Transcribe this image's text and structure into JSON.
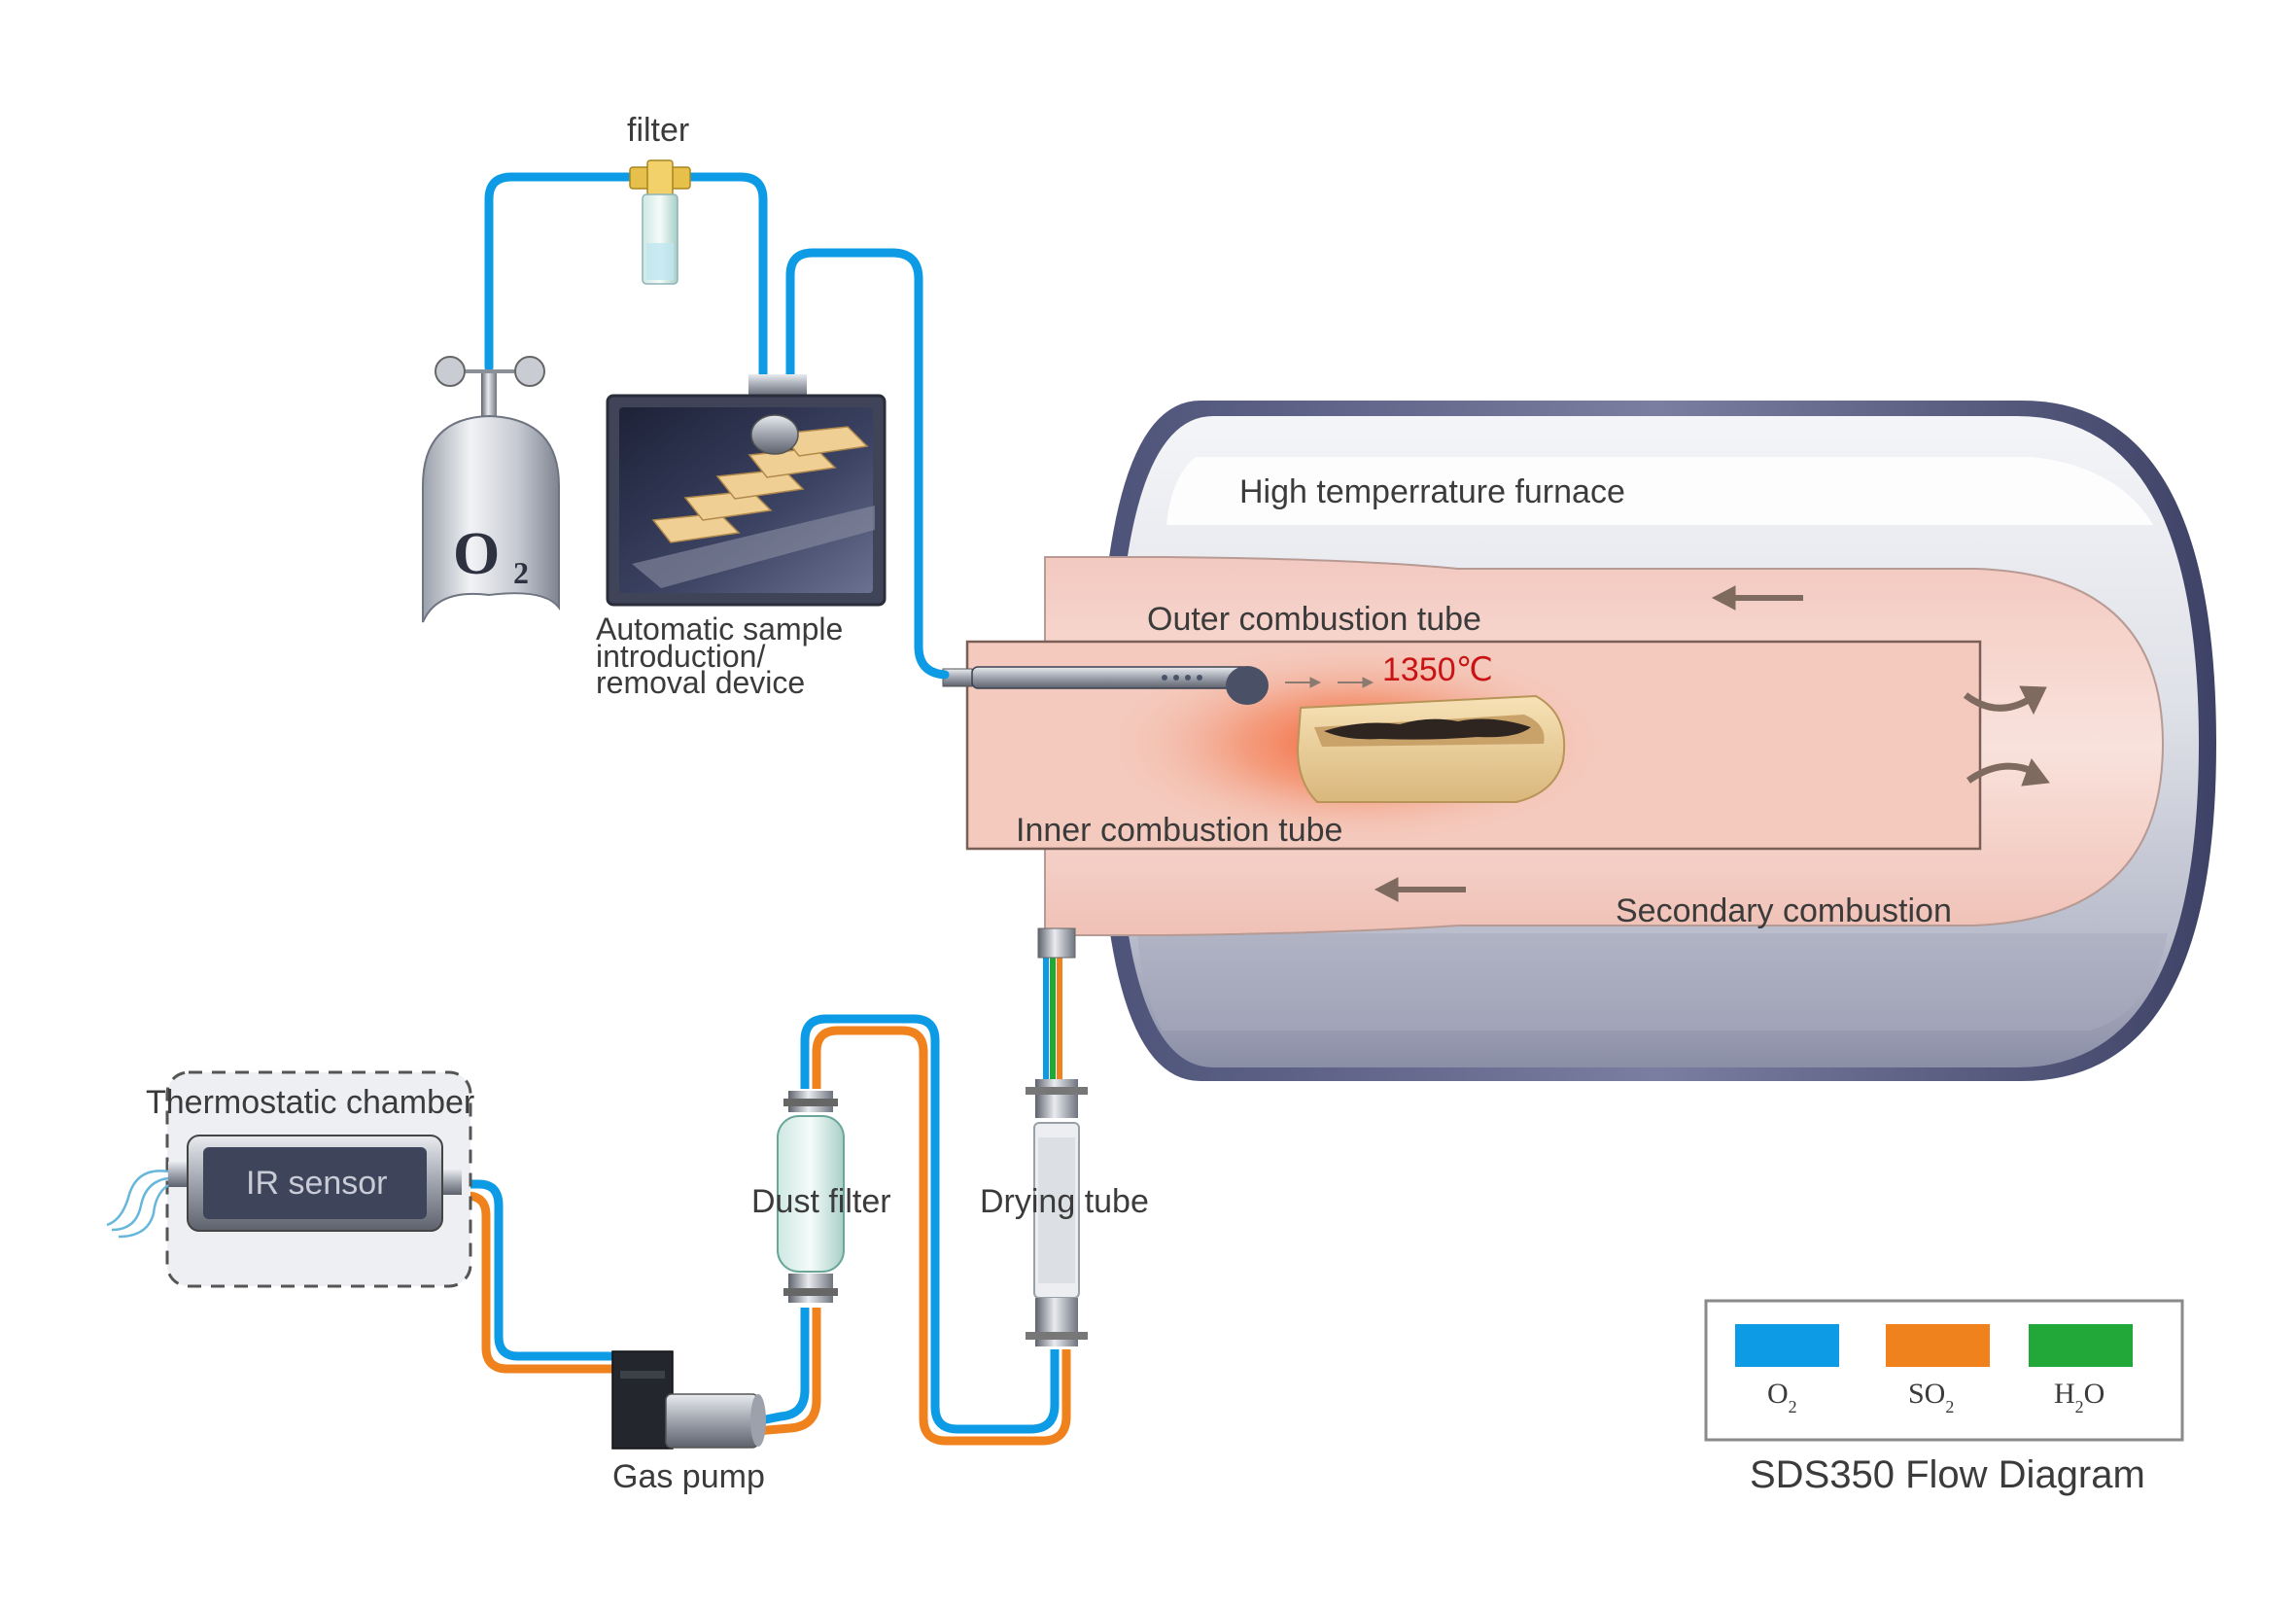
{
  "labels": {
    "filter": "filter",
    "autosampler_line1": "Automatic sample",
    "autosampler_line2": "introduction/",
    "autosampler_line3": "removal device",
    "furnace": "High temperrature furnace",
    "outer_tube": "Outer combustion tube",
    "temperature": "1350℃",
    "inner_tube": "Inner combustion tube",
    "secondary": "Secondary combustion",
    "thermostatic": "Thermostatic chamber",
    "ir_sensor": "IR sensor",
    "dust_filter": "Dust filter",
    "drying_tube": "Drying tube",
    "gas_pump": "Gas pump",
    "o2_cylinder": "O",
    "o2_cylinder_sub": "2"
  },
  "legend": {
    "title": "SDS350 Flow Diagram",
    "items": [
      {
        "main": "O",
        "sub": "2",
        "tail": "",
        "color": "#0c9be4"
      },
      {
        "main": "SO",
        "sub": "2",
        "tail": "",
        "color": "#f0821e"
      },
      {
        "main": "H",
        "sub": "2",
        "tail": "O",
        "color": "#22a839"
      }
    ]
  },
  "colors": {
    "o2": "#0c9be4",
    "so2": "#f0821e",
    "h2o": "#22a839",
    "temperature": "#c81414"
  }
}
